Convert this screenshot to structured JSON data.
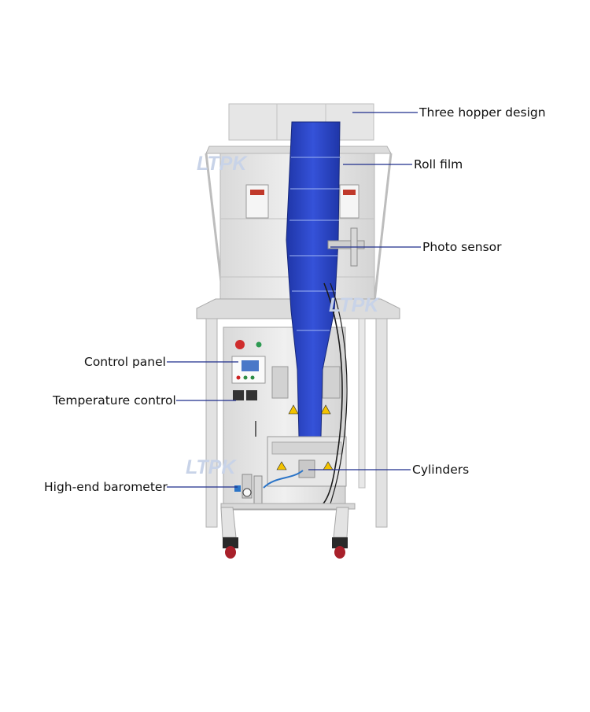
{
  "watermark": {
    "text": "LTPK",
    "color": "#c8d3e8"
  },
  "colors": {
    "leader_line": "#1f2e8c",
    "film_blue": "#2a45c9",
    "steel": "#e4e4e4",
    "steel_edge": "#b5b5b5",
    "wheel_red": "#a8202a"
  },
  "callouts": {
    "hopper": "Three hopper design",
    "roll_film": "Roll film",
    "photo_sensor": "Photo sensor",
    "control_panel": "Control panel",
    "temperature": "Temperature control",
    "barometer": "High-end barometer",
    "cylinders": "Cylinders"
  }
}
